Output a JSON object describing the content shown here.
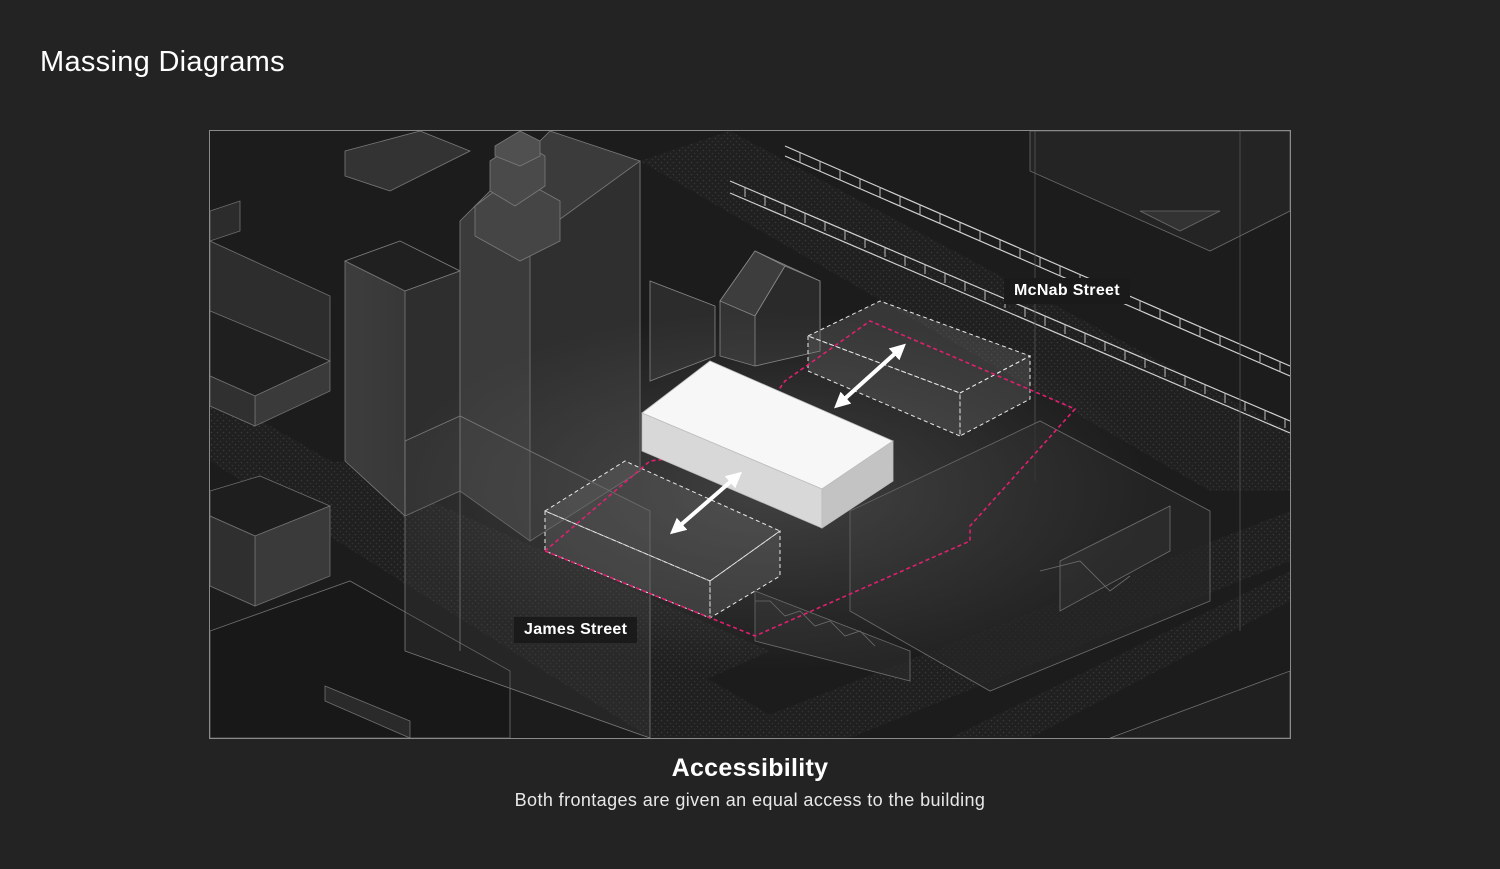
{
  "page": {
    "title": "Massing Diagrams"
  },
  "diagram": {
    "streets": {
      "mcnab": "McNab Street",
      "james": "James Street"
    },
    "colors": {
      "background": "#232323",
      "site_boundary": "#e0206e",
      "main_mass": "#f7f7f7",
      "arrow": "#ffffff"
    },
    "icons": [
      "double-arrow-icon"
    ]
  },
  "caption": {
    "title": "Accessibility",
    "text": "Both frontages are given an equal access to the building"
  }
}
